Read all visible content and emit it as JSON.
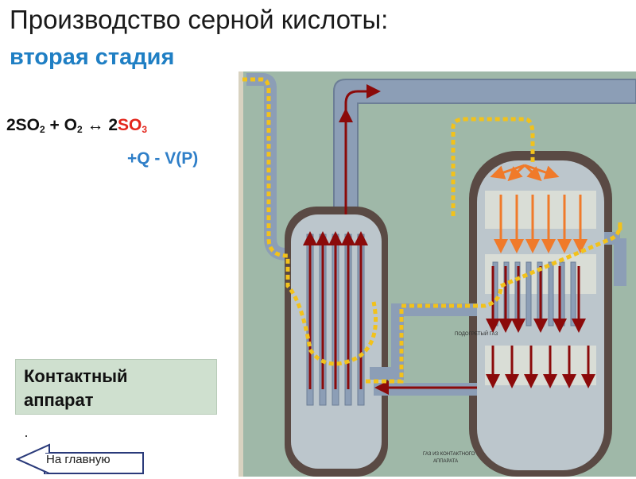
{
  "title": "Производство серной кислоты:",
  "subtitle": "вторая стадия",
  "equation": {
    "left": "2SO",
    "left_sub": "2",
    "plus": " + O",
    "o_sub": "2",
    "arrow": " ↔ 2",
    "product": "SO",
    "product_sub": "3"
  },
  "heat": "+Q - V(P)",
  "caption": "Контактный аппарат",
  "home_button": "На главную",
  "diagram_labels": {
    "preheated_gas": "ПОДОГРЕТЫЙ ГАЗ",
    "gas_from_apparatus_1": "ГАЗ ИЗ КОНТАКТНОГО",
    "gas_from_apparatus_2": "АППАРАТА"
  },
  "colors": {
    "title": "#1a1a1a",
    "subtitle": "#1f7fc4",
    "so3": "#e3261c",
    "heat": "#2f7fc8",
    "caption_bg": "#cfe0cf",
    "diagram_bg": "#9fb8a8",
    "pipe": "#8c9eb6",
    "flow_arrows": "#8b0a0a",
    "hot_arrows": "#f07a2a",
    "gas_path": "#f2c21b"
  }
}
